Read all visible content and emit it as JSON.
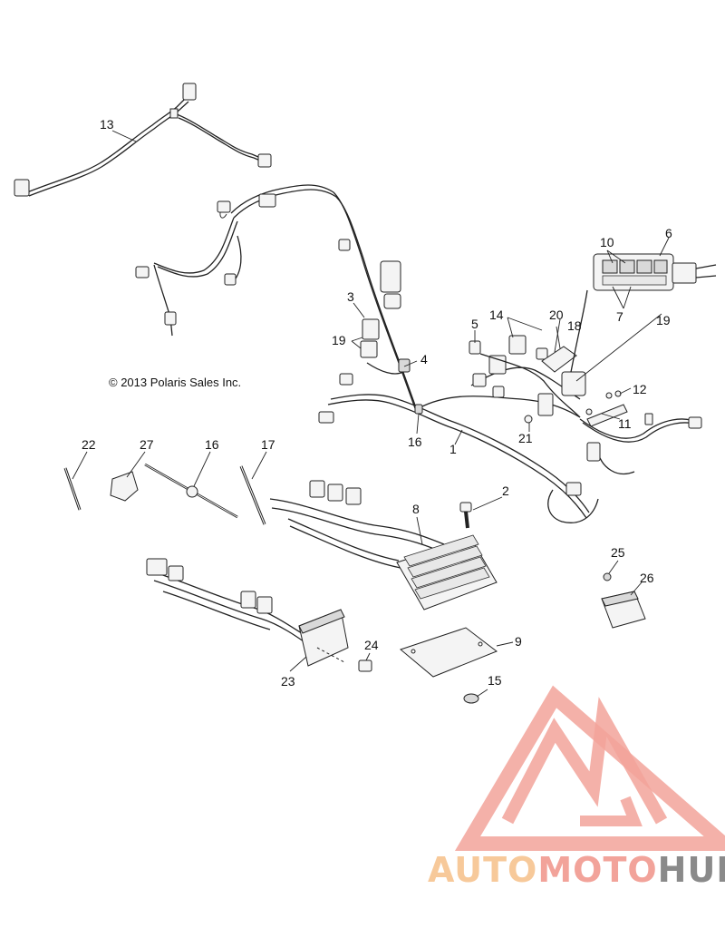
{
  "copyright": "© 2013 Polaris Sales Inc.",
  "callouts": [
    "1",
    "2",
    "3",
    "4",
    "5",
    "6",
    "7",
    "8",
    "9",
    "10",
    "11",
    "12",
    "13",
    "14",
    "15",
    "16",
    "16",
    "17",
    "18",
    "19",
    "19",
    "20",
    "21",
    "22",
    "23",
    "24",
    "25",
    "26",
    "27"
  ],
  "watermark": {
    "brand_part1": "AUTO",
    "brand_part2": "MOTO",
    "brand_part3": "HUB",
    "colors": {
      "logo": "#f2a39a",
      "auto": "#f7c99a",
      "moto": "#f2a39a",
      "hub": "#8a8a8a"
    }
  }
}
